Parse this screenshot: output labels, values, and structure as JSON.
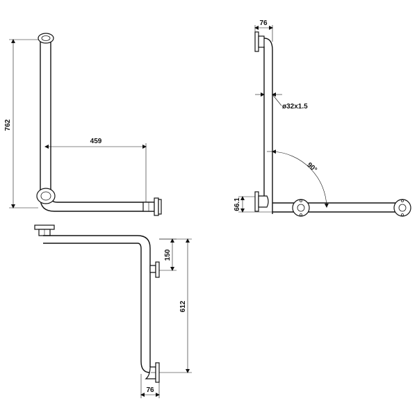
{
  "views": {
    "front": {
      "height_dim": "762",
      "width_dim": "459"
    },
    "side": {
      "flange_dim": "76",
      "tube_dim": "ø32x1.5",
      "angle_dim": "90°",
      "offset_dim": "66.1"
    },
    "top": {
      "bracket_dim": "150",
      "length_dim": "612",
      "flange_dim": "76"
    }
  }
}
